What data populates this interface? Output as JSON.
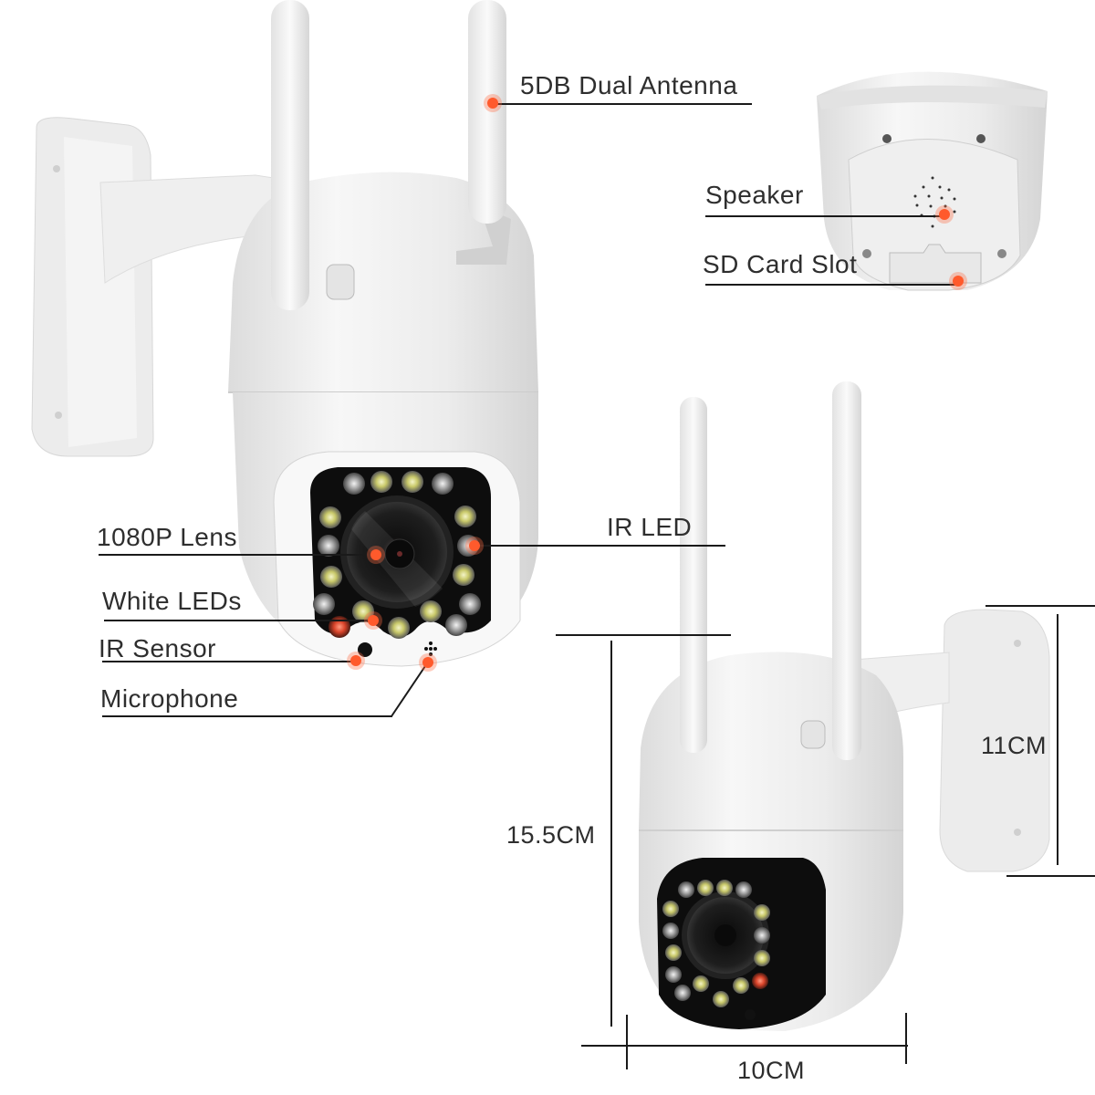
{
  "callouts": {
    "antenna": "5DB Dual Antenna",
    "speaker": "Speaker",
    "sd_slot": "SD Card Slot",
    "lens": "1080P Lens",
    "white_leds": "White LEDs",
    "ir_sensor": "IR Sensor",
    "microphone": "Microphone",
    "ir_led": "IR LED"
  },
  "dimensions": {
    "height": "15.5CM",
    "bracket_height": "11CM",
    "width": "10CM"
  },
  "colors": {
    "accent_dot": "#ff5a2c",
    "leader_line": "#1a1a1a",
    "label_text": "#2e2e2e",
    "body_white": "#f2f2f2",
    "led_white": "#d9d97a",
    "led_ir": "#bfbfbf",
    "led_red": "#e0452a"
  }
}
